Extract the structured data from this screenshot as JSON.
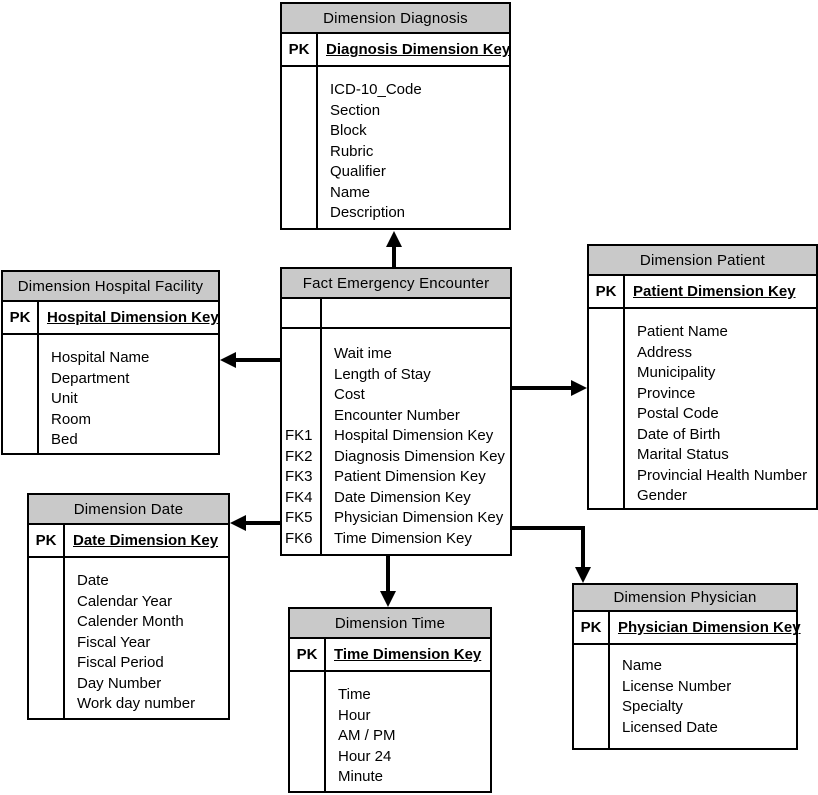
{
  "diagram_type": "star-schema-entity-relationship",
  "colors": {
    "header_fill": "#c9c9c9",
    "border": "#000000",
    "background": "#ffffff",
    "text": "#000000"
  },
  "tables": [
    {
      "id": "dimension-diagnosis",
      "title": "Dimension Diagnosis",
      "pk_label": "PK",
      "pk_field": "Diagnosis Dimension Key",
      "fields": [
        {
          "fk": "",
          "name": "ICD-10_Code"
        },
        {
          "fk": "",
          "name": "Section"
        },
        {
          "fk": "",
          "name": "Block"
        },
        {
          "fk": "",
          "name": "Rubric"
        },
        {
          "fk": "",
          "name": "Qualifier"
        },
        {
          "fk": "",
          "name": "Name"
        },
        {
          "fk": "",
          "name": "Description"
        }
      ]
    },
    {
      "id": "fact-emergency-encounter",
      "title": "Fact Emergency Encounter",
      "pk_label": "",
      "pk_field": "",
      "fields": [
        {
          "fk": "",
          "name": "Wait ime"
        },
        {
          "fk": "",
          "name": "Length of Stay"
        },
        {
          "fk": "",
          "name": "Cost"
        },
        {
          "fk": "",
          "name": "Encounter Number"
        },
        {
          "fk": "FK1",
          "name": "Hospital Dimension Key"
        },
        {
          "fk": "FK2",
          "name": "Diagnosis Dimension Key"
        },
        {
          "fk": "FK3",
          "name": "Patient Dimension Key"
        },
        {
          "fk": "FK4",
          "name": "Date Dimension Key"
        },
        {
          "fk": "FK5",
          "name": "Physician Dimension Key"
        },
        {
          "fk": "FK6",
          "name": "Time Dimension Key"
        }
      ]
    },
    {
      "id": "dimension-patient",
      "title": "Dimension Patient",
      "pk_label": "PK",
      "pk_field": "Patient Dimension Key",
      "fields": [
        {
          "fk": "",
          "name": "Patient Name"
        },
        {
          "fk": "",
          "name": "Address"
        },
        {
          "fk": "",
          "name": "Municipality"
        },
        {
          "fk": "",
          "name": "Province"
        },
        {
          "fk": "",
          "name": "Postal Code"
        },
        {
          "fk": "",
          "name": "Date of Birth"
        },
        {
          "fk": "",
          "name": "Marital Status"
        },
        {
          "fk": "",
          "name": "Provincial Health Number"
        },
        {
          "fk": "",
          "name": "Gender"
        }
      ]
    },
    {
      "id": "dimension-hospital-facility",
      "title": "Dimension Hospital Facility",
      "pk_label": "PK",
      "pk_field": "Hospital Dimension Key",
      "fields": [
        {
          "fk": "",
          "name": "Hospital Name"
        },
        {
          "fk": "",
          "name": "Department"
        },
        {
          "fk": "",
          "name": "Unit"
        },
        {
          "fk": "",
          "name": "Room"
        },
        {
          "fk": "",
          "name": "Bed"
        }
      ]
    },
    {
      "id": "dimension-date",
      "title": "Dimension Date",
      "pk_label": "PK",
      "pk_field": "Date Dimension Key",
      "fields": [
        {
          "fk": "",
          "name": "Date"
        },
        {
          "fk": "",
          "name": "Calendar Year"
        },
        {
          "fk": "",
          "name": "Calender Month"
        },
        {
          "fk": "",
          "name": "Fiscal Year"
        },
        {
          "fk": "",
          "name": "Fiscal Period"
        },
        {
          "fk": "",
          "name": "Day Number"
        },
        {
          "fk": "",
          "name": "Work day number"
        }
      ]
    },
    {
      "id": "dimension-time",
      "title": "Dimension Time",
      "pk_label": "PK",
      "pk_field": "Time Dimension Key",
      "fields": [
        {
          "fk": "",
          "name": "Time"
        },
        {
          "fk": "",
          "name": "Hour"
        },
        {
          "fk": "",
          "name": "AM / PM"
        },
        {
          "fk": "",
          "name": "Hour 24"
        },
        {
          "fk": "",
          "name": "Minute"
        }
      ]
    },
    {
      "id": "dimension-physician",
      "title": "Dimension Physician",
      "pk_label": "PK",
      "pk_field": "Physician Dimension Key",
      "fields": [
        {
          "fk": "",
          "name": "Name"
        },
        {
          "fk": "",
          "name": "License Number"
        },
        {
          "fk": "",
          "name": "Specialty"
        },
        {
          "fk": "",
          "name": "Licensed Date"
        }
      ]
    }
  ],
  "relationships": [
    {
      "from": "fact-emergency-encounter",
      "to": "dimension-diagnosis"
    },
    {
      "from": "fact-emergency-encounter",
      "to": "dimension-hospital-facility"
    },
    {
      "from": "fact-emergency-encounter",
      "to": "dimension-patient"
    },
    {
      "from": "fact-emergency-encounter",
      "to": "dimension-date"
    },
    {
      "from": "fact-emergency-encounter",
      "to": "dimension-time"
    },
    {
      "from": "fact-emergency-encounter",
      "to": "dimension-physician"
    }
  ]
}
